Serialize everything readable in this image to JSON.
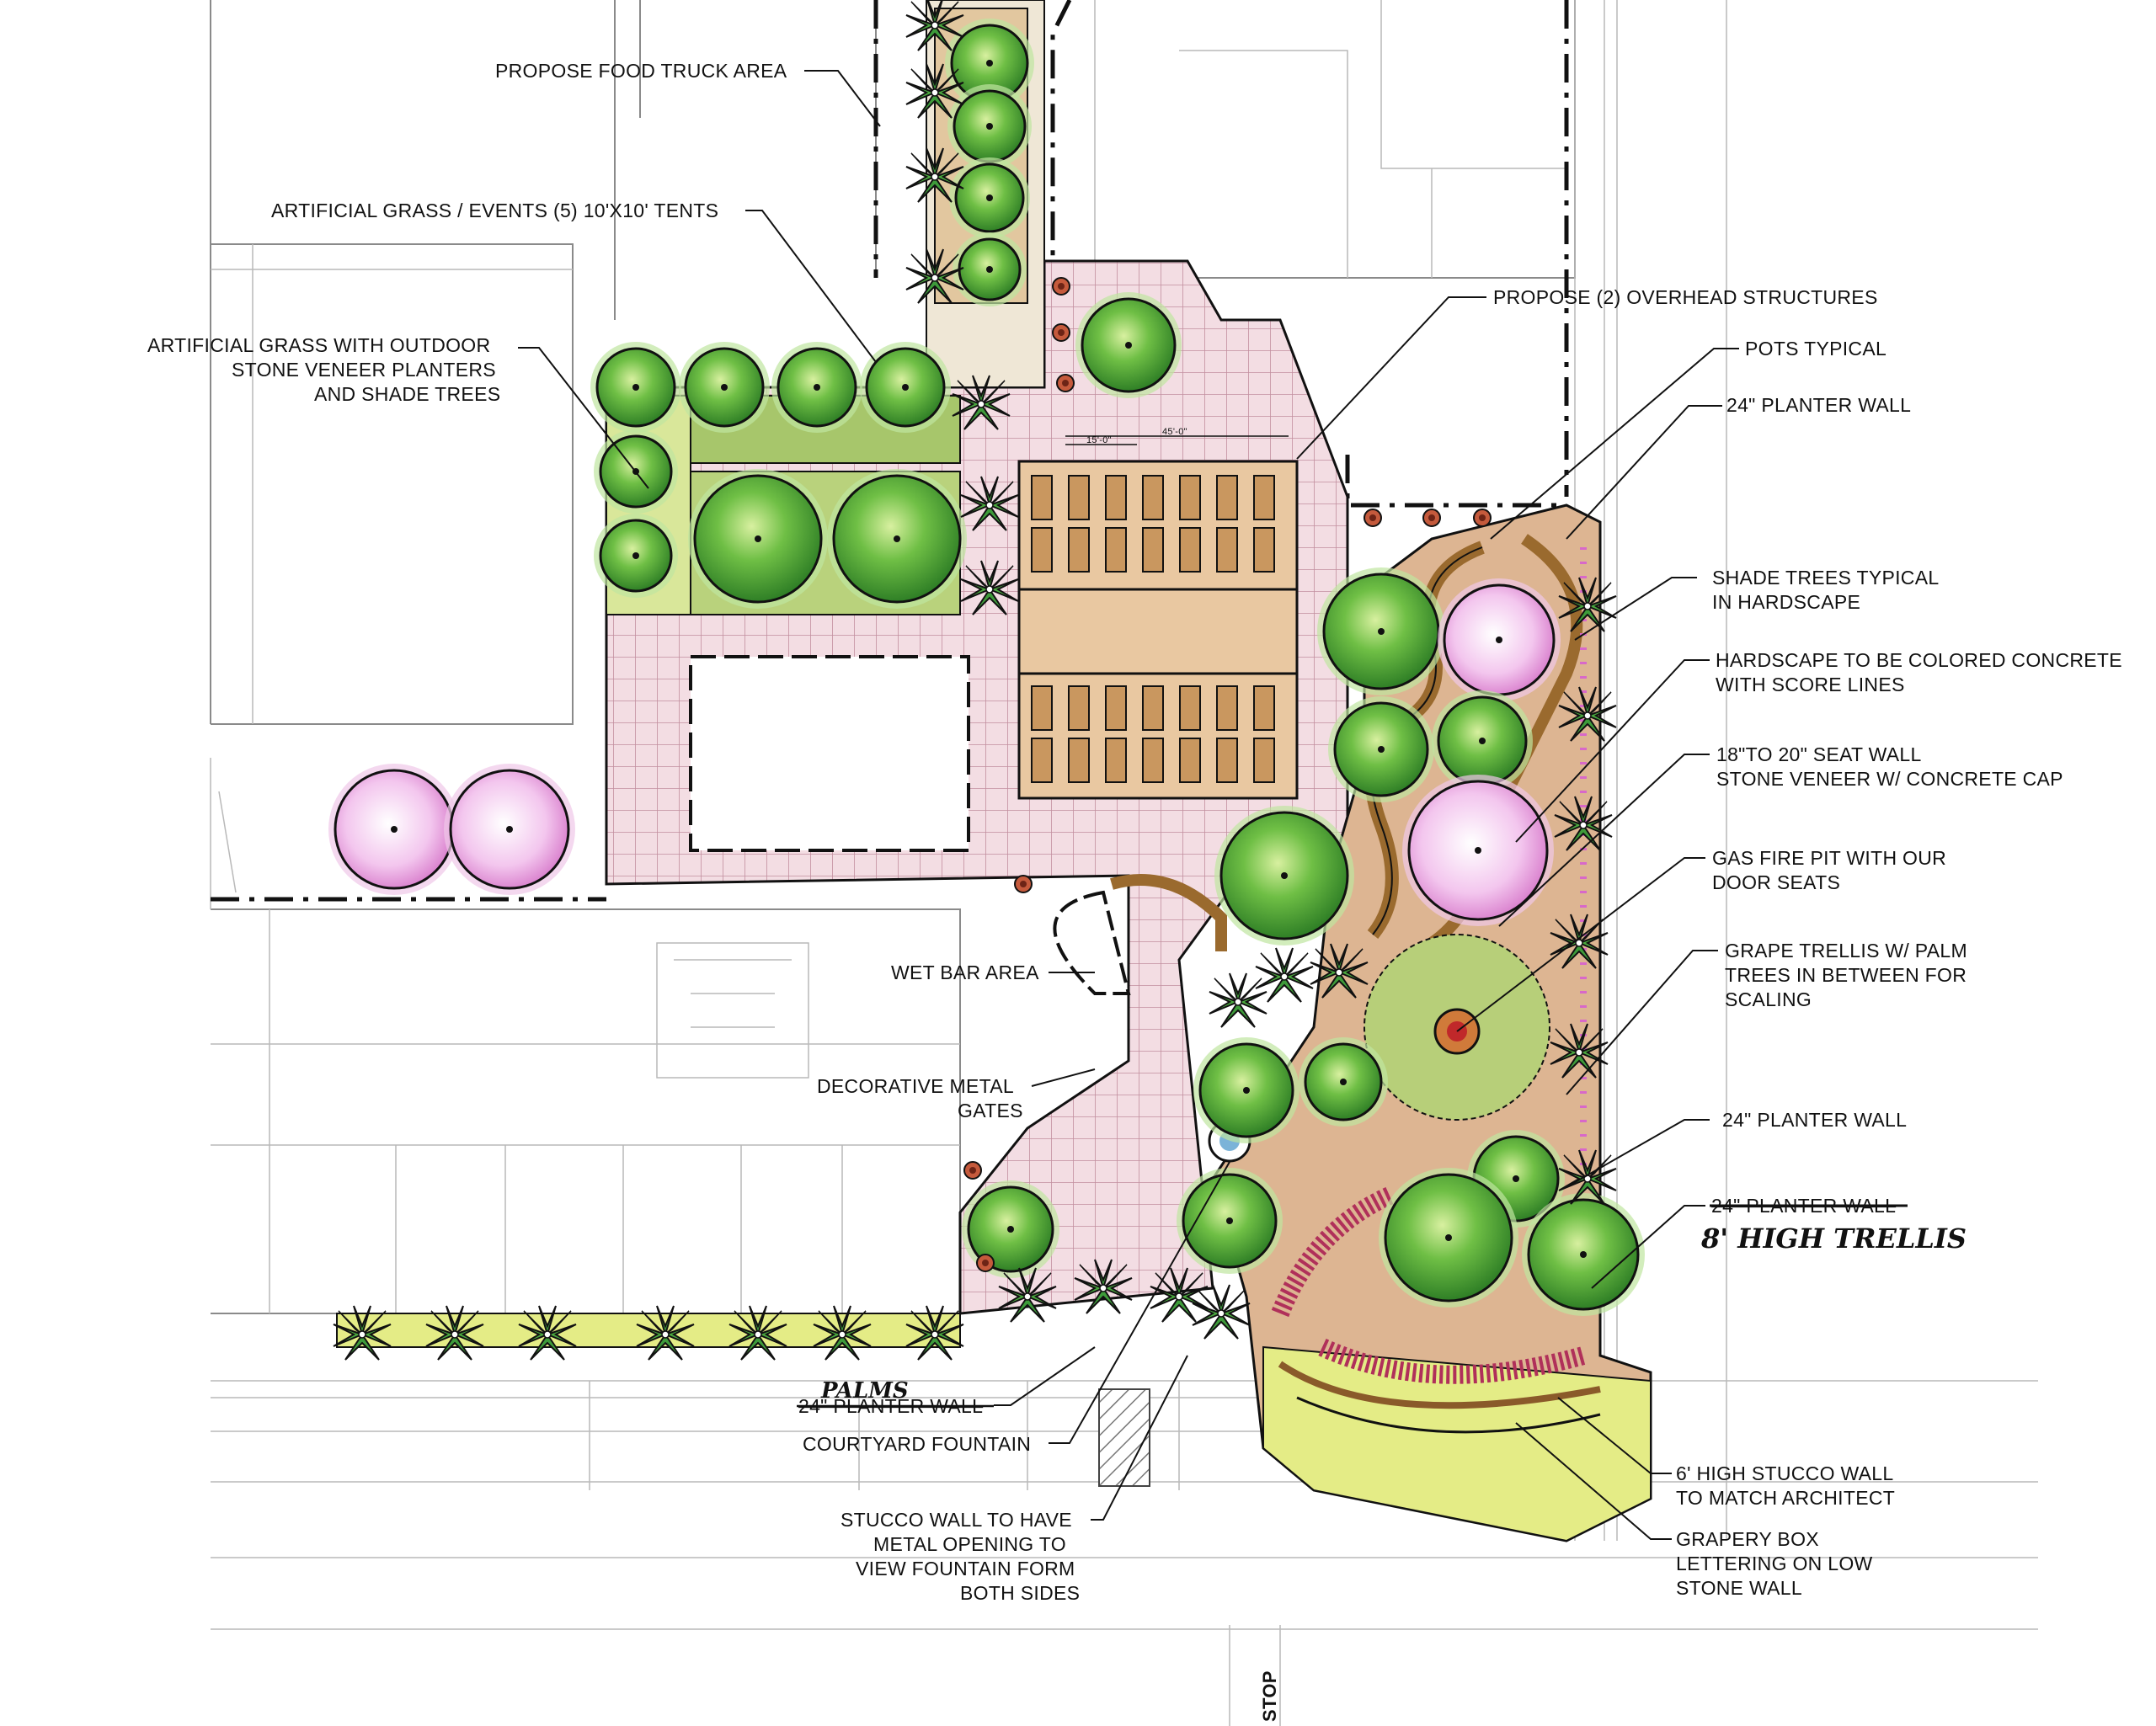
{
  "labels": {
    "food_truck": "PROPOSE FOOD TRUCK AREA",
    "events_grass": "ARTIFICIAL GRASS / EVENTS (5) 10'X10' TENTS",
    "outdoor_grass_1": "ARTIFICIAL GRASS WITH OUTDOOR",
    "outdoor_grass_2": "STONE VENEER PLANTERS",
    "outdoor_grass_3": "AND SHADE TREES",
    "overhead": "PROPOSE (2) OVERHEAD STRUCTURES",
    "pots": "POTS TYPICAL",
    "planter_wall_top": "24\" PLANTER WALL",
    "shade_trees_1": "SHADE TREES TYPICAL",
    "shade_trees_2": "IN HARDSCAPE",
    "hardscape_1": "HARDSCAPE TO BE COLORED CONCRETE",
    "hardscape_2": "WITH SCORE LINES",
    "seat_wall_1": "18\"TO 20\" SEAT WALL",
    "seat_wall_2": "STONE VENEER W/ CONCRETE CAP",
    "fire_pit_1": "GAS FIRE PIT WITH OUR",
    "fire_pit_2": "DOOR SEATS",
    "trellis_1": "GRAPE TRELLIS W/ PALM",
    "trellis_2": "TREES IN BETWEEN FOR",
    "trellis_3": "SCALING",
    "planter_wall_mid": "24\" PLANTER WALL",
    "planter_wall_struck": "24\" PLANTER WALL",
    "high_trellis": "8' HIGH TRELLIS",
    "wet_bar": "WET BAR AREA",
    "gates_1": "DECORATIVE METAL",
    "gates_2": "GATES",
    "palms": "PALMS",
    "planter_wall_bottom": "24\" PLANTER WALL",
    "courtyard_fountain": "COURTYARD FOUNTAIN",
    "stucco_opening_1": "STUCCO WALL TO HAVE",
    "stucco_opening_2": "METAL OPENING TO",
    "stucco_opening_3": "VIEW FOUNTAIN FORM",
    "stucco_opening_4": "BOTH SIDES",
    "stucco_wall_1": "6' HIGH STUCCO WALL",
    "stucco_wall_2": "TO MATCH ARCHITECT",
    "grapery_1": "GRAPERY BOX",
    "grapery_2": "LETTERING ON LOW",
    "grapery_3": "STONE WALL",
    "dim_a": "15'-0\"",
    "dim_b": "45'-0\"",
    "stop": "STOP"
  },
  "colors": {
    "paving": "#f3dde3",
    "paving_grid": "#c9a0ae",
    "hardscape": "#ddb592",
    "deck": "#e8c6a0",
    "turf": "#b7cf79",
    "lime": "#e4ec86",
    "tree": "#3f9a2f",
    "tree_light": "#a6d86a",
    "accent_pink": "#d868c9",
    "pot": "#a83a2a",
    "wall": "#b07a3d",
    "trellis": "#b0305a"
  },
  "icons": {
    "tree": "tree-canopy-icon",
    "palm": "palm-icon",
    "pot": "planter-pot-icon",
    "fountain": "fountain-icon",
    "fire_pit": "fire-pit-icon"
  }
}
